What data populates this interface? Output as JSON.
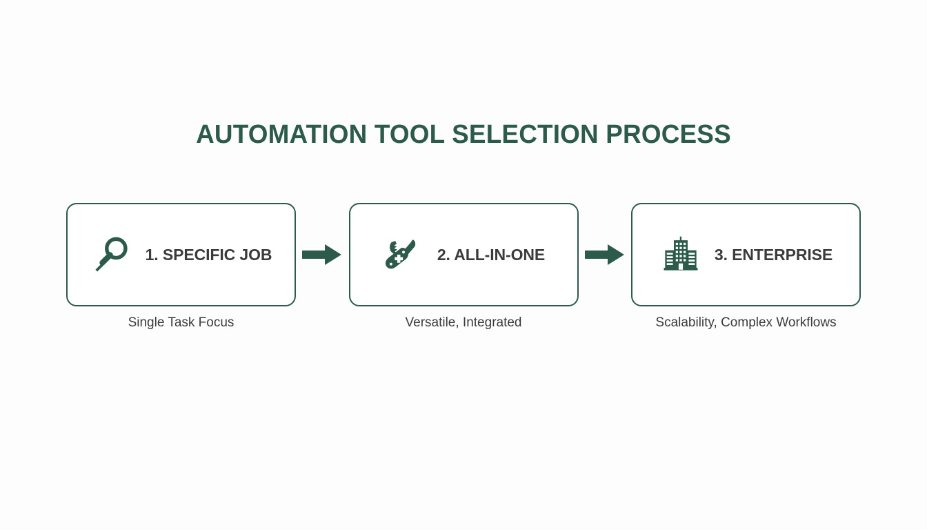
{
  "title": "AUTOMATION TOOL SELECTION PROCESS",
  "colors": {
    "accent_green": "#2c5a4b",
    "label_text": "#3b3b3b",
    "background": "#fdfdfd",
    "card_fill": "#ffffff"
  },
  "steps": [
    {
      "number": "1",
      "label": "1. SPECIFIC JOB",
      "caption": "Single Task Focus",
      "icon": "magnifying-glass-icon"
    },
    {
      "number": "2",
      "label": "2. ALL-IN-ONE",
      "caption": "Versatile, Integrated",
      "icon": "swiss-army-knife-icon"
    },
    {
      "number": "3",
      "label": "3. ENTERPRISE",
      "caption": "Scalability, Complex Workflows",
      "icon": "office-buildings-icon"
    }
  ],
  "connectors": [
    {
      "icon": "arrow-right-icon"
    },
    {
      "icon": "arrow-right-icon"
    }
  ]
}
